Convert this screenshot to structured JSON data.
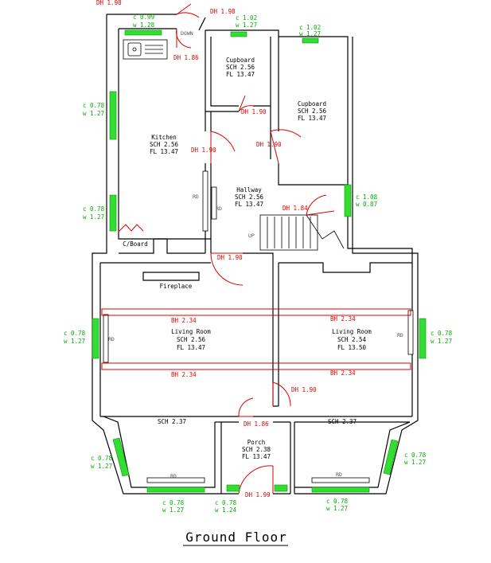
{
  "title": "Ground Floor",
  "rooms": {
    "kitchen": {
      "name": "Kitchen",
      "sch": "SCH 2.56",
      "fl": "FL 13.47"
    },
    "cupboard1": {
      "name": "Cupboard",
      "sch": "SCH 2.56",
      "fl": "FL 13.47"
    },
    "cupboard2": {
      "name": "Cupboard",
      "sch": "SCH 2.56",
      "fl": "FL 13.47"
    },
    "hallway": {
      "name": "Hallway",
      "sch": "SCH 2.56",
      "fl": "FL 13.47"
    },
    "living1": {
      "name": "Living Room",
      "sch": "SCH 2.56",
      "fl": "FL 13.47"
    },
    "living2": {
      "name": "Living Room",
      "sch": "SCH 2.54",
      "fl": "FL 13.50"
    },
    "bay1": {
      "sch": "SCH 2.37"
    },
    "bay2": {
      "sch": "SCH 2.37"
    },
    "porch": {
      "name": "Porch",
      "sch": "SCH 2.38",
      "fl": "FL 13.47"
    }
  },
  "labels": {
    "cboard": "C/Board",
    "fireplace": "Fireplace",
    "down": "DOWN",
    "up": "UP",
    "rd": "RD"
  },
  "door_heights": {
    "dh_top_left": "DH 1.98",
    "dh_top": "DH 1.98",
    "dh_kitchen_door": "DH 1.86",
    "dh_cupboard1": "DH 1.90",
    "dh_cupboard2": "DH 1.90",
    "dh_kitchen_hall": "DH 1.90",
    "dh_stairs": "DH 1.84",
    "dh_hall_living": "DH 1.90",
    "dh_living_porch_right": "DH 1.90",
    "dh_porch_inner": "DH 1.86",
    "dh_porch_front": "DH 1.99"
  },
  "beam_heights": {
    "bh_l_top": "BH 2.34",
    "bh_r_top": "BH 2.34",
    "bh_l_bot": "BH 2.34",
    "bh_r_bot": "BH 2.34"
  },
  "windows": {
    "w_top_left": {
      "c": "c 0.99",
      "w": "w 1.28"
    },
    "w_top_mid": {
      "c": "c 1.02",
      "w": "w 1.27"
    },
    "w_top_right": {
      "c": "c 1.02",
      "w": "w 1.27"
    },
    "w_kitchen_1": {
      "c": "c 0.78",
      "w": "w 1.27"
    },
    "w_kitchen_2": {
      "c": "c 0.78",
      "w": "w 1.27"
    },
    "w_hall_right": {
      "c": "c 1.08",
      "w": "w 0.87"
    },
    "w_living_left": {
      "c": "c 0.78",
      "w": "w 1.27"
    },
    "w_living_right": {
      "c": "c 0.78",
      "w": "w 1.27"
    },
    "w_bay_left_side": {
      "c": "c 0.78",
      "w": "w 1.27"
    },
    "w_bay_right_side": {
      "c": "c 0.78",
      "w": "w 1.27"
    },
    "w_bay_left_front": {
      "c": "c 0.78",
      "w": "w 1.27"
    },
    "w_porch_left": {
      "c": "c 0.78",
      "w": "w 1.24"
    },
    "w_bay_right_front": {
      "c": "c 0.78",
      "w": "w 1.27"
    }
  },
  "colors": {
    "wall": "#000000",
    "door": "#e00000",
    "window": "#00cc00"
  }
}
